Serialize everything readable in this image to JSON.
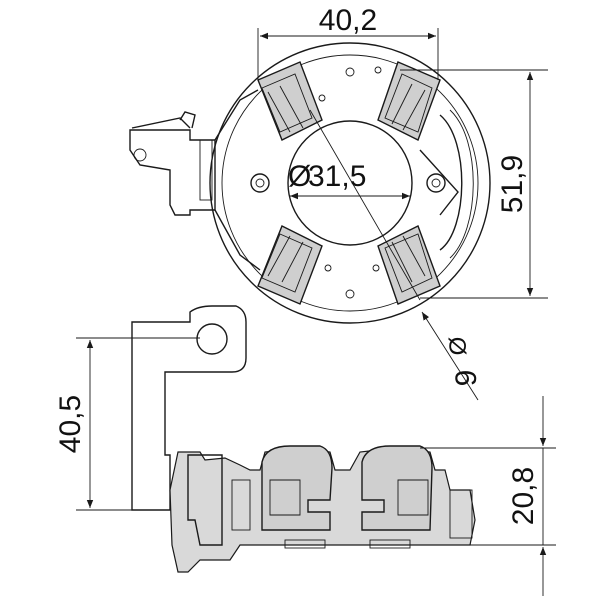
{
  "dimensions": {
    "top_width": "40,2",
    "inner_diameter": "31,5",
    "height_right": "51,9",
    "hole_diameter": "9",
    "hole_diameter_symbol": "Ø",
    "inner_diameter_symbol": "Ø",
    "left_height": "40,5",
    "side_height": "20,8"
  }
}
